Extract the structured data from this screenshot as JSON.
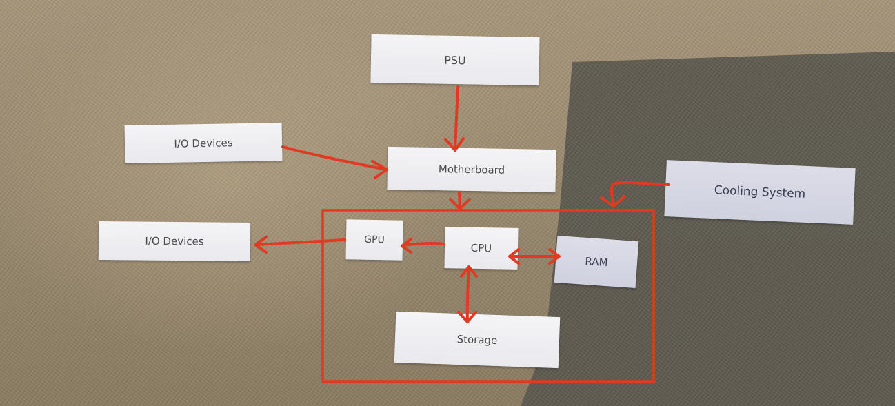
{
  "diagram": {
    "nodes": {
      "psu": "PSU",
      "io_devices_top": "I/O Devices",
      "motherboard": "Motherboard",
      "cooling_system": "Cooling System",
      "io_devices_left": "I/O Devices",
      "gpu": "GPU",
      "cpu": "CPU",
      "ram": "RAM",
      "storage": "Storage"
    },
    "edges": [
      {
        "from": "PSU",
        "to": "Motherboard",
        "style": "arrow"
      },
      {
        "from": "I/O Devices",
        "to": "Motherboard",
        "style": "arrow"
      },
      {
        "from": "Motherboard",
        "to": "group:GPU,CPU,RAM,Storage",
        "style": "arrow"
      },
      {
        "from": "Cooling System",
        "to": "group:GPU,CPU,RAM,Storage",
        "style": "arrow"
      },
      {
        "from": "GPU",
        "to": "I/O Devices",
        "style": "arrow"
      },
      {
        "from": "CPU",
        "to": "GPU",
        "style": "arrow"
      },
      {
        "from": "CPU",
        "to": "RAM",
        "style": "double-arrow"
      },
      {
        "from": "CPU",
        "to": "Storage",
        "style": "double-arrow"
      }
    ],
    "group": [
      "GPU",
      "CPU",
      "RAM",
      "Storage"
    ]
  },
  "colors": {
    "ink": "#e03a22",
    "paper": "#f2f2f4",
    "carpet_light": "#a8977c",
    "carpet_shadow": "#5b584f"
  }
}
